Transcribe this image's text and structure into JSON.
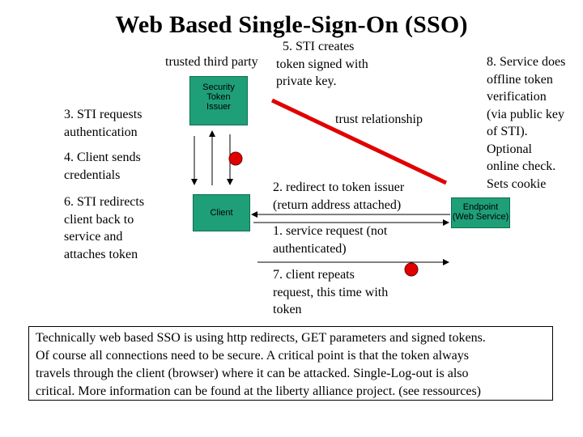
{
  "title": "Web Based Single-Sign-On (SSO)",
  "labels": {
    "trusted_third_party": "trusted third party",
    "sti_creates": [
      "5. STI creates",
      "token signed with",
      "private key."
    ],
    "sti_requests": [
      "3. STI requests",
      "authentication"
    ],
    "client_sends": [
      "4. Client sends",
      "credentials"
    ],
    "sti_redirects": [
      "6. STI redirects",
      "client back to",
      "service and",
      "attaches token"
    ],
    "trust_relationship": "trust relationship",
    "redirect_to_issuer": [
      "2. redirect to token issuer",
      "(return address attached)"
    ],
    "service_request": [
      "1. service request (not",
      "authenticated)"
    ],
    "client_repeats": [
      "7. client repeats",
      "request, this time with",
      "token"
    ],
    "service_does": [
      "8. Service does",
      "offline token",
      "verification",
      "(via public key",
      "of STI).",
      "Optional",
      "online check.",
      "Sets cookie"
    ]
  },
  "nodes": {
    "sti": [
      "Security",
      "Token",
      "Issuer"
    ],
    "client": "Client",
    "endpoint": [
      "Endpoint",
      "(Web Service)"
    ]
  },
  "footer": [
    "Technically web based SSO is using http redirects, GET parameters and signed tokens.",
    "Of course all connections need to be secure. A critical point is that the token always",
    "travels through the client (browser) where it can be attacked. Single-Log-out is also",
    "critical. More information can be found at the liberty alliance project. (see ressources)"
  ],
  "colors": {
    "node_fill": "#1f9f77",
    "trust_line": "#e00000",
    "marker": "#e00000"
  }
}
